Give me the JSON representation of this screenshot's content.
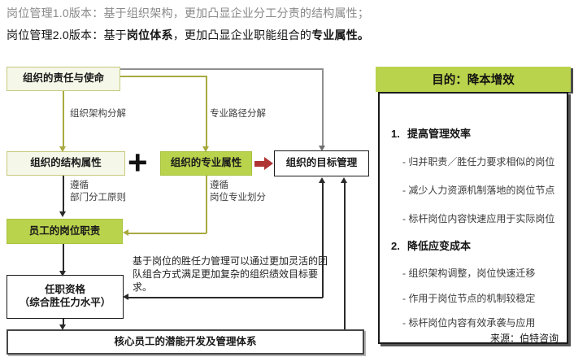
{
  "intro": {
    "line1": "岗位管理1.0版本：基于组织架构，更加凸显企业分工分责的结构属性；",
    "line2_prefix": "岗位管理2.0版本：基于",
    "line2_bold1": "岗位体系",
    "line2_mid": "，更加凸显企业职能组合的",
    "line2_bold2": "专业属性。"
  },
  "flowchart": {
    "nodes": {
      "mission": "组织的责任与使命",
      "structural": "组织的结构属性",
      "professional": "组织的专业属性",
      "target_mgmt": "组织的目标管理",
      "job_duty": "员工的岗位职责",
      "qualification_line1": "任职资格",
      "qualification_line2": "（综合胜任力水平）",
      "potential": "核心员工的潜能开发及管理体系"
    },
    "labels": {
      "plus": "+",
      "org_decompose": "组织架构分解",
      "prof_decompose": "专业路径分解",
      "follow1_line1": "遵循",
      "follow1_line2": "部门分工原则",
      "follow2_line1": "遵循",
      "follow2_line2": "岗位专业划分"
    },
    "note": "基于岗位的胜任力管理可以通过更加灵活的团队组合方式满足更加复杂的组织绩效目标要求。"
  },
  "purpose_panel": {
    "title": "目的：降本增效",
    "sections": [
      {
        "num": "1.",
        "heading": "提高管理效率",
        "items": [
          "- 归并职责／胜任力要求相似的岗位",
          "- 减少人力资源机制落地的岗位节点",
          "- 标杆岗位内容快速应用于实际岗位"
        ]
      },
      {
        "num": "2.",
        "heading": "降低应变成本",
        "items": [
          "- 组织架构调整，岗位快速迁移",
          "- 作用于岗位节点的机制较稳定",
          "- 标杆岗位内容有效承袭与应用"
        ]
      }
    ],
    "source": "来源：伯特咨询"
  },
  "colors": {
    "accent_green": "#b9d34c",
    "light_box_bg": "#f5f7e8",
    "olive_line": "#a8aa3f",
    "red_arrow": "#b03434"
  }
}
